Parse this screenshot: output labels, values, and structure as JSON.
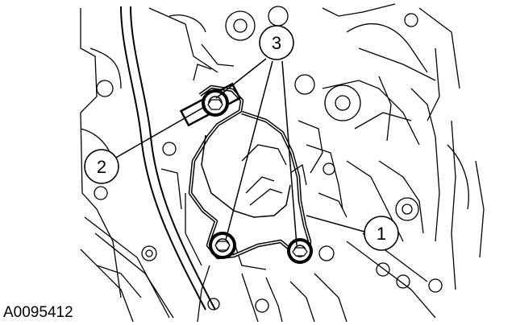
{
  "figure_id": "A0095412",
  "callouts": [
    {
      "label": "1"
    },
    {
      "label": "2"
    },
    {
      "label": "3"
    }
  ],
  "colors": {
    "ink": "#000000",
    "paper": "#ffffff"
  }
}
